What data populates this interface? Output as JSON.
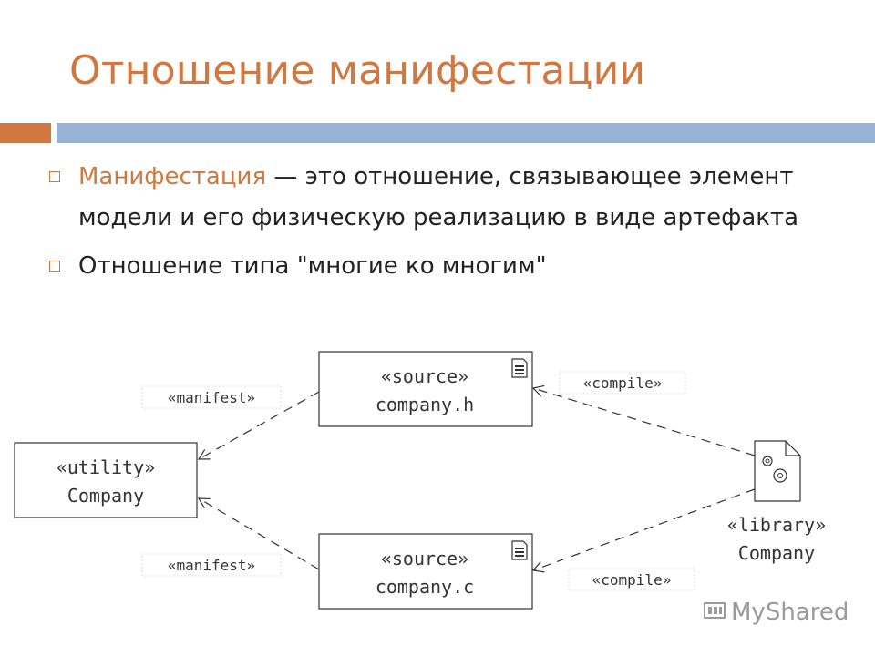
{
  "title": "Отношение манифестации",
  "bullets": {
    "b1": {
      "term": "Манифестация",
      "text": " — это отношение, связывающее элемент модели и его физическую реализацию в виде артефакта"
    },
    "b2": {
      "text": "Отношение типа \"многие ко многим\""
    }
  },
  "diagram": {
    "utility": {
      "stereotype": "«utility»",
      "name": "Company"
    },
    "source_h": {
      "stereotype": "«source»",
      "name": "company.h"
    },
    "source_c": {
      "stereotype": "«source»",
      "name": "company.c"
    },
    "library": {
      "stereotype": "«library»",
      "name": "Company"
    },
    "label_manifest_top": "«manifest»",
    "label_manifest_bottom": "«manifest»",
    "label_compile_top": "«compile»",
    "label_compile_bottom": "«compile»"
  },
  "watermark": "MyShared"
}
